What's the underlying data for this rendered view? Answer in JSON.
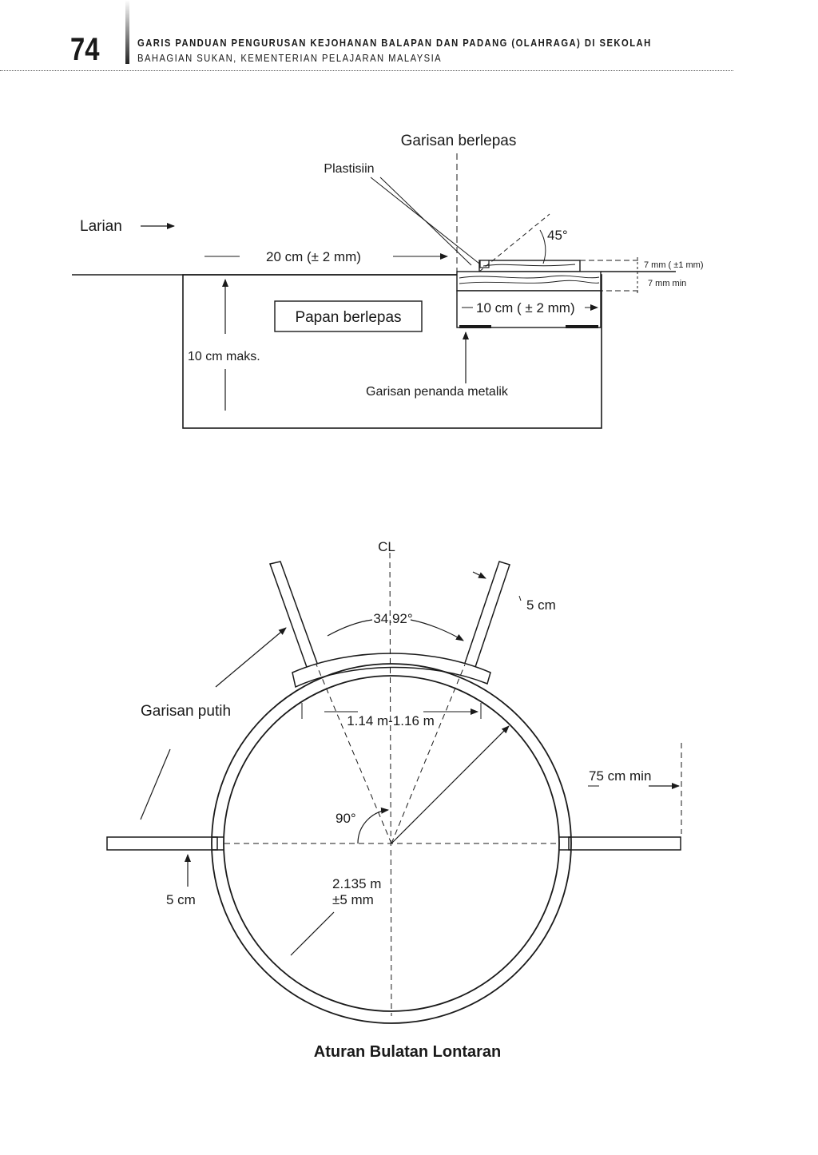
{
  "header": {
    "page_number": "74",
    "title": "GARIS PANDUAN PENGURUSAN KEJOHANAN BALAPAN DAN PADANG (OLAHRAGA) DI SEKOLAH",
    "subtitle": "BAHAGIAN SUKAN, KEMENTERIAN PELAJARAN MALAYSIA"
  },
  "diagram1": {
    "garisan_berlepas": "Garisan berlepas",
    "plastisiin": "Plastisiin",
    "larian": "Larian",
    "angle_45": "45°",
    "dim_20cm": "20 cm (± 2 mm)",
    "dim_7mm_pm": "7 mm ( ±1 mm)",
    "dim_7mm_min": "7 mm min",
    "papan_berlepas": "Papan berlepas",
    "dim_10cm": "10 cm ( ± 2 mm)",
    "dim_10cm_maks": "10 cm maks.",
    "garisan_penanda": "Garisan penanda metalik"
  },
  "diagram2": {
    "cl": "CL",
    "angle_3492": "34.92°",
    "dim_5cm_top": "5 cm",
    "garisan_putih": "Garisan putih",
    "dim_114_116": "1.14 m-1.16 m",
    "dim_75cm": "75 cm min",
    "angle_90": "90°",
    "dim_5cm_left": "5 cm",
    "radius_line1": "2.135 m",
    "radius_line2": "±5 mm",
    "caption": "Aturan Bulatan Lontaran"
  }
}
